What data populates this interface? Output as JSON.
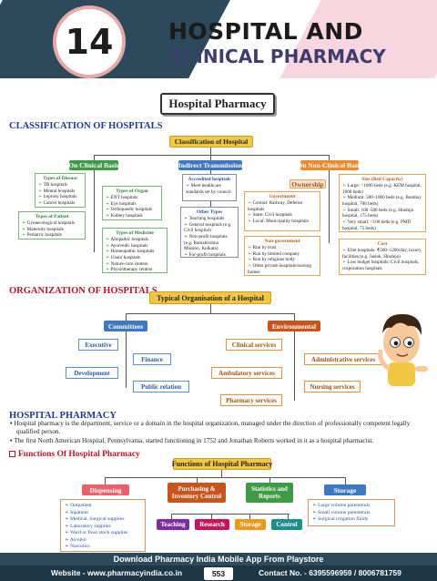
{
  "header": {
    "chapter_number": "14",
    "title_line1": "HOSPITAL AND",
    "title_line2": "CLINICAL PHARMACY",
    "section_banner": "Hospital Pharmacy"
  },
  "classification": {
    "heading": "CLASSIFICATION OF HOSPITALS",
    "root": "Classification of Hospital",
    "clinical_basis": "On Clinical Basis",
    "indirect": "Indirect Transmission",
    "non_clinical": "On Non-Clinical Basis",
    "ownership": "Ownership",
    "types_of_disease": {
      "title": "Types of Disease",
      "items": [
        "TB hospitals",
        "Mental hospitals",
        "Leprosy hospitals",
        "Cancer hospitals"
      ]
    },
    "types_of_patient": {
      "title": "Types of Patient",
      "items": [
        "Gynaecological hospitals",
        "Maternity hospitals",
        "Pediatric hospitals"
      ]
    },
    "types_of_organ": {
      "title": "Types of Organ",
      "items": [
        "ENT hospitals",
        "Eye hospitals",
        "Orthopaedic hospitals",
        "Kidney hospitals"
      ]
    },
    "types_of_medicine": {
      "title": "Types of Medicine",
      "items": [
        "Allopathic hospitals",
        "Ayurvedic hospitals",
        "Homeopathic hospitals",
        "Unani hospitals",
        "Nature-cure centers",
        "Physiotherapy centers"
      ]
    },
    "accredited": {
      "title": "Accredited hospitals",
      "items": [
        "Meet healthcare standards set by council"
      ]
    },
    "other_types": {
      "title": "Other Types",
      "items": [
        "Teaching hospitals",
        "General hospitals (e.g. Civil hospital)",
        "Non-profit hospitals (e.g. Ramakrishna Mission, Kolkata)",
        "For-profit hospitals"
      ]
    },
    "government": {
      "title": "Government",
      "items": [
        "Central: Railway, Defence hospitals",
        "State: Civil hospitals",
        "Local: Municipality hospitals"
      ]
    },
    "non_government": {
      "title": "Non-government",
      "items": [
        "Run by trust",
        "Run by limited company",
        "Run by religious body",
        "Other private hospitals/nursing homes"
      ]
    },
    "size": {
      "title": "Size (Bed Capacity)",
      "items": [
        "Large: >1000 beds (e.g. KEM hospital, 1600 beds)",
        "Medium: 500–1000 beds (e.g. Bombay hospital, 700 beds)",
        "Small: 100–500 beds (e.g. Hinduja hospital, 175 beds)",
        "Very small: <100 beds (e.g. PMD hospital, 75 beds)"
      ]
    },
    "cost": {
      "title": "Cost",
      "items": [
        "Elite hospitals: ₹500–1200/day, luxury facilities (e.g. Jaslok, Hinduja)",
        "Low budget hospitals: Civil hospitals, corporation hospitals"
      ]
    }
  },
  "organization": {
    "heading": "ORGANIZATION OF HOSPITALS",
    "root": "Typical Organisation of a Hospital",
    "committees": "Committees",
    "environmental": "Environmental",
    "committee_items": [
      "Executive",
      "Finance",
      "Development",
      "Public relation"
    ],
    "environmental_items": [
      "Clinical services",
      "Administrative services",
      "Ambulatory services",
      "Nursing services",
      "Pharmacy services"
    ]
  },
  "hospital_pharmacy": {
    "heading": "HOSPITAL PHARMACY",
    "bullets": [
      "Hospital pharmacy is the department, service or a domain in the hospital organization, managed under the direction of professionally competent legally qualified person.",
      "The first North American Hospital, Pennsylvania, started functioning in 1752 and Jonathan Roberts worked in it as a hospital pharmacist."
    ]
  },
  "functions": {
    "heading": "Functions Of Hospital Pharmacy",
    "root": "Functions of Hospital Pharmacy",
    "dispensing": "Dispensing",
    "purchasing": "Purchasing & Inventory Control",
    "statistics": "Statistics and Reports",
    "storage": "Storage",
    "dispensing_items": [
      "Outpatient",
      "Inpatient",
      "Medical, Surgical supplies",
      "Laboratory supplies",
      "Ward or floor stock supplies",
      "Alcohol",
      "Narcotics"
    ],
    "storage_items": [
      "Large volume parenterals",
      "Small volume parenterals",
      "Surgical irrigation fluids"
    ],
    "bottom": [
      "Teaching",
      "Research",
      "Storage",
      "Control"
    ]
  },
  "footer": {
    "banner": "Download Pharmacy India Mobile App From Playstore",
    "website": "Website - www.pharmacyindia.co.in",
    "page": "553",
    "contact": "Contact No. - 6395596959 / 8006781759"
  }
}
